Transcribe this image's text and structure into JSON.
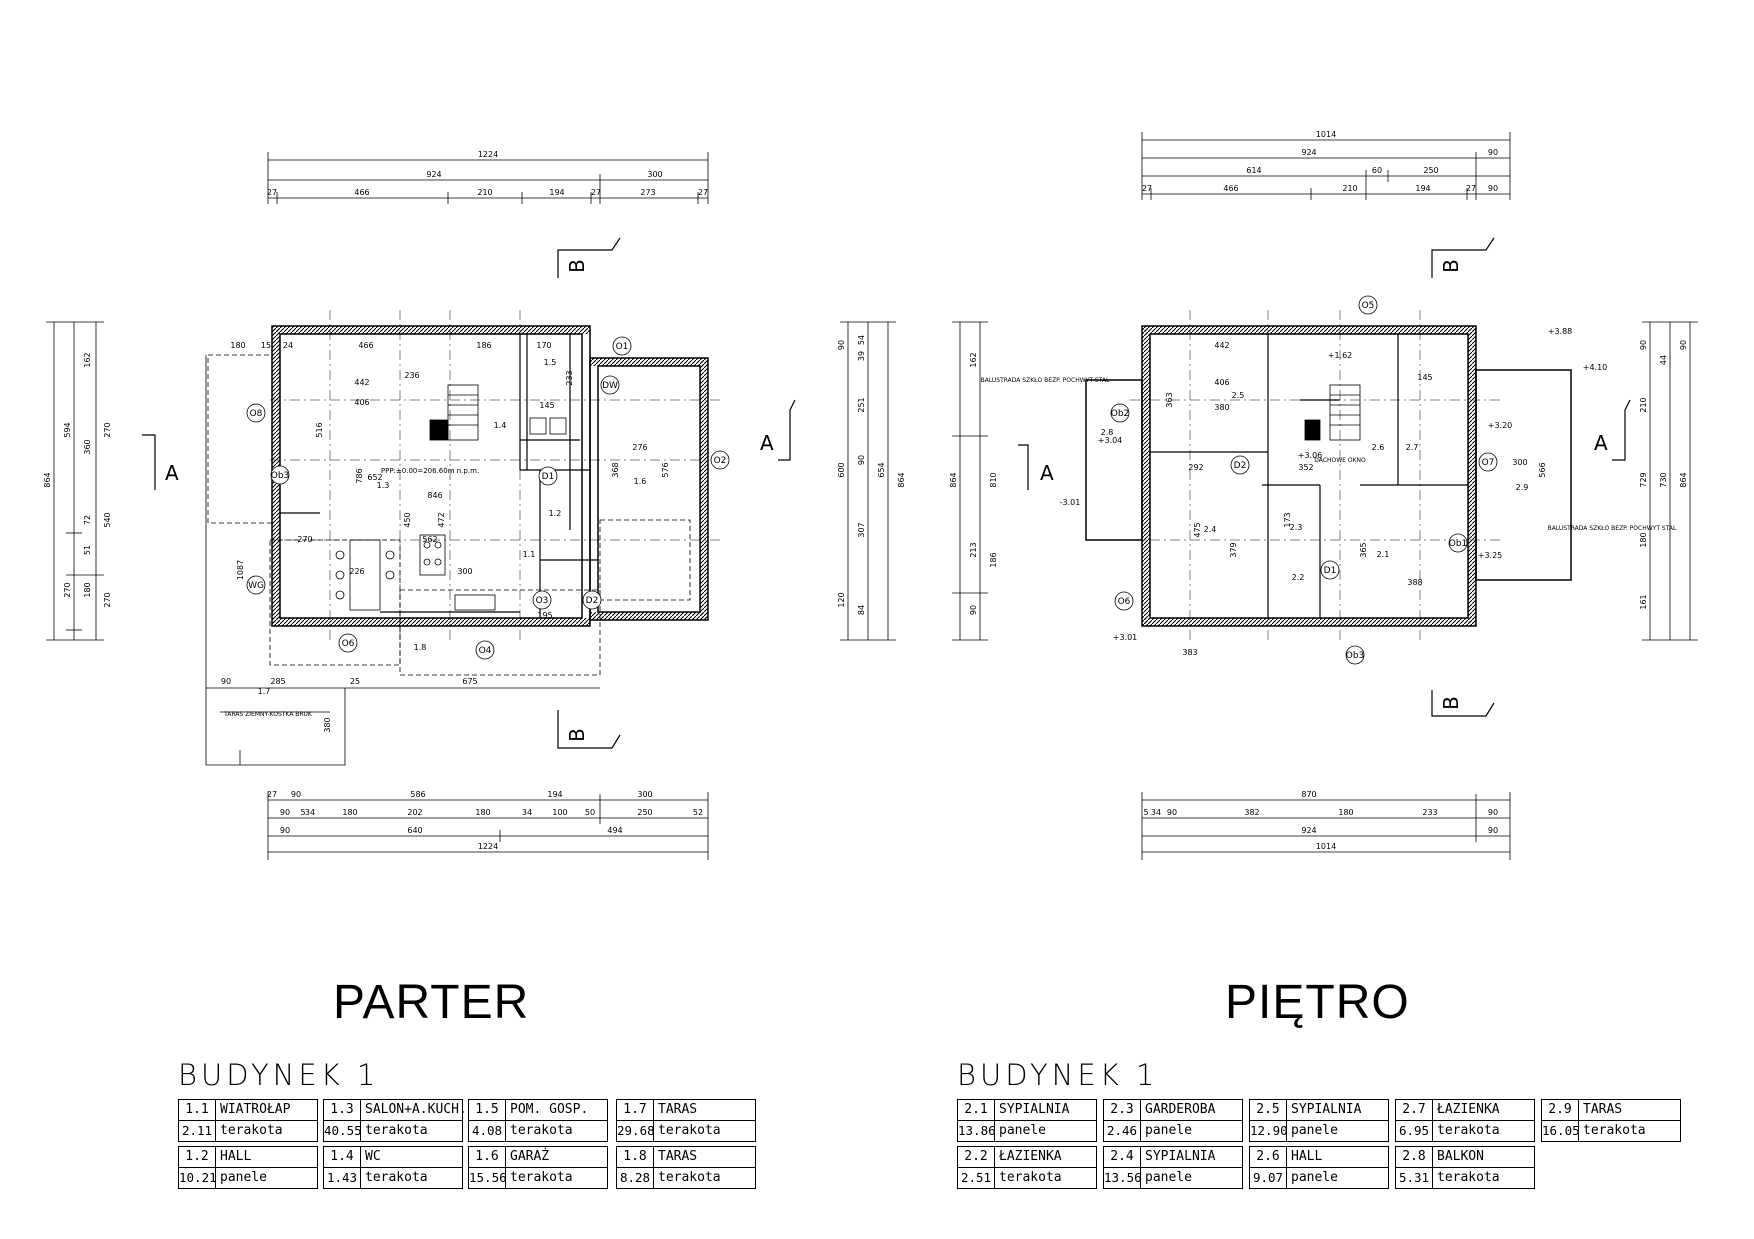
{
  "floors": {
    "parter": "PARTER",
    "pietro": "PIĘTRO"
  },
  "building_label": "BUDYNEK 1",
  "parter_rooms": [
    {
      "num": "1.1",
      "name": "WIATROŁAP",
      "area": "2.11",
      "finish": "terakota"
    },
    {
      "num": "1.3",
      "name": "SALON+A.KUCH.",
      "area": "40.55",
      "finish": "terakota"
    },
    {
      "num": "1.5",
      "name": "POM. GOSP.",
      "area": "4.08",
      "finish": "terakota"
    },
    {
      "num": "1.7",
      "name": "TARAS",
      "area": "29.68",
      "finish": "terakota"
    },
    {
      "num": "1.2",
      "name": "HALL",
      "area": "10.21",
      "finish": "panele"
    },
    {
      "num": "1.4",
      "name": "WC",
      "area": "1.43",
      "finish": "terakota"
    },
    {
      "num": "1.6",
      "name": "GARAŻ",
      "area": "15.56",
      "finish": "terakota"
    },
    {
      "num": "1.8",
      "name": "TARAS",
      "area": "8.28",
      "finish": "terakota"
    }
  ],
  "pietro_rooms": [
    {
      "num": "2.1",
      "name": "SYPIALNIA",
      "area": "13.86",
      "finish": "panele"
    },
    {
      "num": "2.3",
      "name": "GARDEROBA",
      "area": "2.46",
      "finish": "panele"
    },
    {
      "num": "2.5",
      "name": "SYPIALNIA",
      "area": "12.90",
      "finish": "panele"
    },
    {
      "num": "2.7",
      "name": "ŁAZIENKA",
      "area": "6.95",
      "finish": "terakota"
    },
    {
      "num": "2.9",
      "name": "TARAS",
      "area": "16.05",
      "finish": "terakota"
    },
    {
      "num": "2.2",
      "name": "ŁAZIENKA",
      "area": "2.51",
      "finish": "terakota"
    },
    {
      "num": "2.4",
      "name": "SYPIALNIA",
      "area": "13.56",
      "finish": "panele"
    },
    {
      "num": "2.6",
      "name": "HALL",
      "area": "9.07",
      "finish": "panele"
    },
    {
      "num": "2.8",
      "name": "BALKON",
      "area": "5.31",
      "finish": "terakota"
    }
  ],
  "dimensions": {
    "parter_top": [
      "1224",
      "924",
      "300",
      "27",
      "466",
      "210",
      "194",
      "27",
      "273",
      "27"
    ],
    "parter_bottom": [
      "27",
      "90",
      "586",
      "194",
      "300",
      "90",
      "5",
      "34",
      "180",
      "202",
      "180",
      "34",
      "100",
      "50",
      "250",
      "52",
      "90",
      "640",
      "494",
      "1224"
    ],
    "parter_left": [
      "864",
      "594",
      "270",
      "162",
      "360",
      "72",
      "51",
      "180",
      "270",
      "540",
      "270"
    ],
    "parter_right": [
      "90",
      "54",
      "39",
      "251",
      "90",
      "307",
      "120",
      "84",
      "600",
      "654",
      "864"
    ],
    "parter_labels": [
      "180",
      "15",
      "24",
      "466",
      "236",
      "186",
      "442",
      "406",
      "516",
      "786",
      "846",
      "450",
      "472",
      "562",
      "300",
      "226",
      "270",
      "1087",
      "195",
      "675",
      "285",
      "25",
      "380",
      "90",
      "368",
      "576",
      "276",
      "170",
      "233",
      "145",
      "1.5",
      "1.3",
      "1.4",
      "1.1",
      "1.2",
      "1.6",
      "1.8",
      "1.7",
      "652",
      "PPP:±0.00=206.60m n.p.m.",
      "TARAS ZIEMNY-KOSTKA BRUK"
    ],
    "pietro_top": [
      "1014",
      "924",
      "90",
      "614",
      "60",
      "250",
      "27",
      "466",
      "210",
      "194",
      "27",
      "90"
    ],
    "pietro_bottom": [
      "870",
      "5",
      "34",
      "90",
      "382",
      "180",
      "233",
      "90",
      "924",
      "1014",
      "90"
    ],
    "pietro_left": [
      "864",
      "162",
      "810",
      "213",
      "90",
      "186"
    ],
    "pietro_right": [
      "729",
      "730",
      "864",
      "210",
      "180",
      "161",
      "90",
      "44",
      "90"
    ],
    "pietro_labels": [
      "442",
      "406",
      "363",
      "380",
      "292",
      "475",
      "379",
      "365",
      "388",
      "352",
      "173",
      "300",
      "566",
      "383",
      "145",
      "2.5",
      "2.4",
      "2.3",
      "2.2",
      "2.1",
      "2.6",
      "2.7",
      "2.8",
      "2.9",
      "DACHOWE OKNO",
      "BALUSTRADA SZKŁO BEZP. POCHWYT STAL",
      "+3.88",
      "+4.10",
      "+3.20",
      "+3.25",
      "+3.01",
      "+3.04",
      "+3.06",
      "+1.62",
      "-3.01"
    ]
  },
  "markers": {
    "section_A": "A",
    "section_B": "B",
    "parter_doors": [
      "O1",
      "O2",
      "O3",
      "O4",
      "O6",
      "O8",
      "Ob3",
      "D1",
      "D2",
      "DW",
      "WG"
    ],
    "pietro_doors": [
      "O5",
      "O6",
      "O7",
      "Ob1",
      "Ob2",
      "Ob3",
      "D1",
      "D2"
    ]
  }
}
